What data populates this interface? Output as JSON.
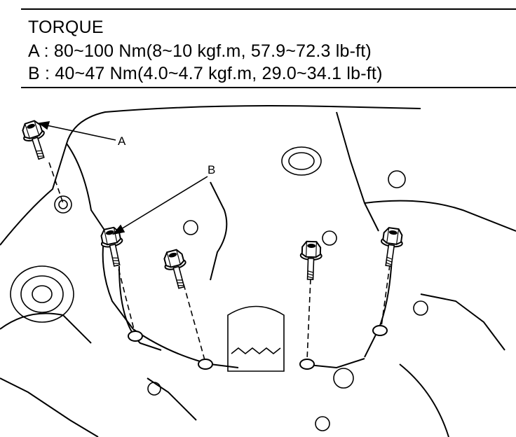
{
  "torque": {
    "heading": "TORQUE",
    "spec_a": "A : 80~100 Nm(8~10 kgf.m, 57.9~72.3 lb-ft)",
    "spec_b": "B : 40~47 Nm(4.0~4.7 kgf.m, 29.0~34.1 lb-ft)"
  },
  "callouts": {
    "a": "A",
    "b": "B"
  },
  "colors": {
    "ink": "#000000",
    "paper": "#ffffff"
  }
}
